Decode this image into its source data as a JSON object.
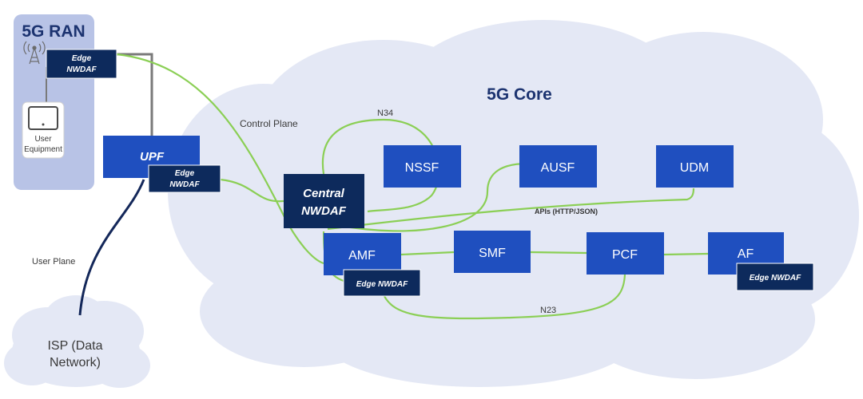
{
  "ran": {
    "title": "5G RAN",
    "ue_label_line1": "User",
    "ue_label_line2": "Equipment"
  },
  "core": {
    "title": "5G Core"
  },
  "isp": {
    "line1": "ISP (Data",
    "line2": "Network)"
  },
  "nodes": {
    "upf": "UPF",
    "central_nwdaf_line1": "Central",
    "central_nwdaf_line2": "NWDAF",
    "nssf": "NSSF",
    "ausf": "AUSF",
    "udm": "UDM",
    "amf": "AMF",
    "smf": "SMF",
    "pcf": "PCF",
    "af": "AF"
  },
  "edge_nwdaf": {
    "ran_line1": "Edge",
    "ran_line2": "NWDAF",
    "upf_line1": "Edge",
    "upf_line2": "NWDAF",
    "amf": "Edge NWDAF",
    "af": "Edge NWDAF"
  },
  "links": {
    "control_plane": "Control Plane",
    "user_plane": "User Plane",
    "n34": "N34",
    "n23": "N23",
    "apis": "APIs (HTTP/JSON)"
  },
  "colors": {
    "node_blue": "#1f4fbf",
    "node_dark": "#0d2a5c",
    "cloud": "#e4e8f5",
    "ran_panel": "#b8c3e6",
    "control_green": "#8bcf55",
    "user_plane_navy": "#14285a",
    "ran_link_gray": "#7a7a7a"
  }
}
